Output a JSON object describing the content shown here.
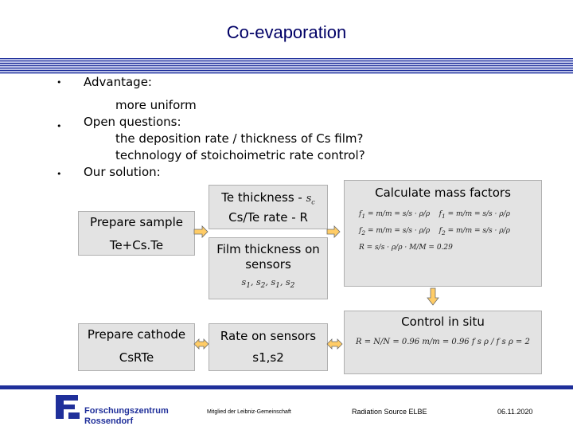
{
  "slide": {
    "title": "Co-evaporation",
    "bullets": [
      {
        "label": "Advantage:",
        "sub": [
          "more uniform"
        ]
      },
      {
        "label": "Open questions:",
        "sub": [
          "the deposition rate / thickness of Cs film?",
          "technology of stoichoimetric rate control?"
        ]
      },
      {
        "label": "Our solution:",
        "sub": []
      }
    ],
    "boxes": {
      "prepare_sample": "Prepare sample",
      "te_cste": "Te+Cs.Te",
      "prepare_cathode": "Prepare cathode",
      "cs2te": "CsRTe",
      "te_thickness": "Te thickness - ",
      "cs_te_rate": "Cs/Te rate - R",
      "film_thickness_l1": "Film thickness on",
      "film_thickness_l2": "sensors",
      "rate_on_sensors": "Rate on sensors",
      "s1s2": "s1,s2",
      "calculate_mass": "Calculate mass factors",
      "control_in_situ": "Control in situ"
    },
    "formulas": {
      "mass_factors_value": "= 0.29",
      "control_value_1": "= 0.96",
      "control_value_2": "= 2"
    },
    "footer": {
      "logo_line1": "Forschungszentrum",
      "logo_line2": "Rossendorf",
      "member": "Mitglied der Leibniz-Gemeinschaft",
      "source": "Radiation Source ELBE",
      "date": "06.11.2020"
    },
    "colors": {
      "title": "#000066",
      "stripe": "#1f2f9a",
      "box": "#e3e3e3",
      "arrow": "#ffcc66"
    }
  }
}
